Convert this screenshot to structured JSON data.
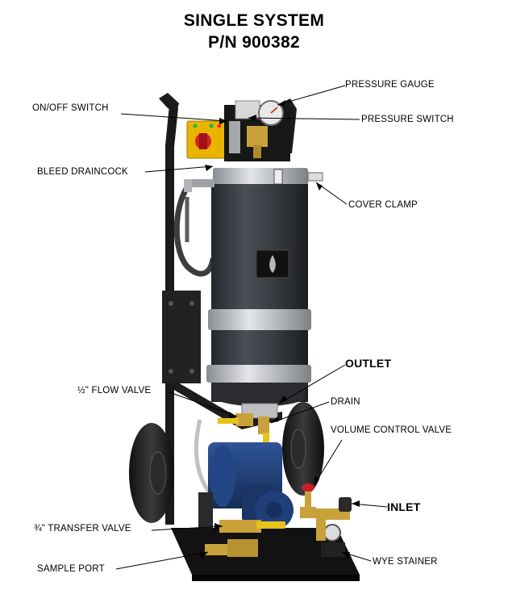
{
  "title": {
    "line1": "SINGLE SYSTEM",
    "line2": "P/N 900382"
  },
  "labels": {
    "pressure_gauge": "PRESSURE GAUGE",
    "on_off_switch": "ON/OFF SWITCH",
    "pressure_switch": "PRESSURE SWITCH",
    "bleed_draincock": "BLEED DRAINCOCK",
    "cover_clamp": "COVER CLAMP",
    "outlet": "OUTLET",
    "flow_valve": "½\" FLOW VALVE",
    "drain": "DRAIN",
    "volume_control_valve": "VOLUME CONTROL VALVE",
    "inlet": "INLET",
    "transfer_valve": "¾\" TRANSFER VALVE",
    "sample_port": "SAMPLE PORT",
    "wye_strainer": "WYE STAINER"
  },
  "colors": {
    "canister": "#3a3d42",
    "band": "#b9bcc2",
    "frame": "#1a1a1a",
    "pump_blue": "#1f3f77",
    "brass": "#c9a13b",
    "valve_yellow": "#e6c21a",
    "switch_yellow": "#e9b400",
    "switch_red": "#d2232a"
  }
}
